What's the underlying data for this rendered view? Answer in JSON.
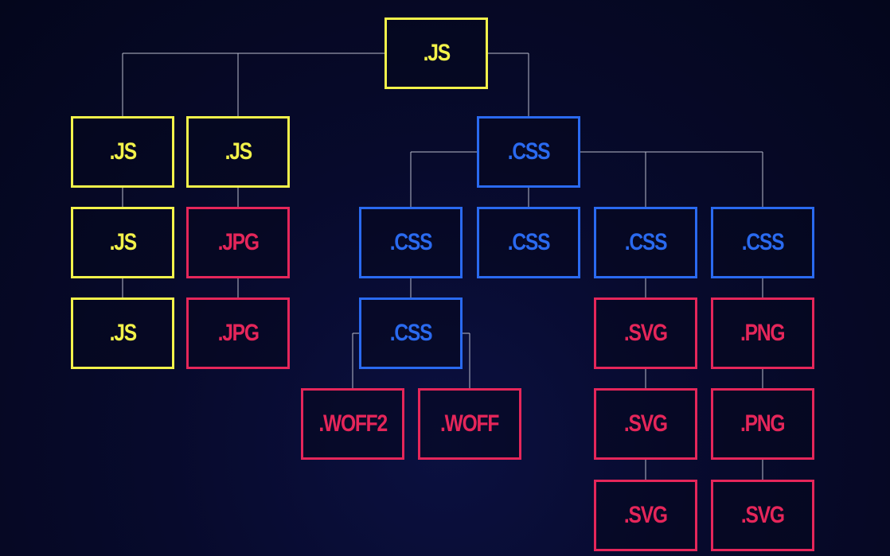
{
  "colors": {
    "js": "#f2f24a",
    "css": "#2a6af0",
    "asset": "#e5265a",
    "line": "#b9bccb"
  },
  "nodes": [
    {
      "id": "root",
      "label": ".JS",
      "kind": "js"
    },
    {
      "id": "js-a1",
      "label": ".JS",
      "kind": "js"
    },
    {
      "id": "js-a2",
      "label": ".JS",
      "kind": "js"
    },
    {
      "id": "js-a3",
      "label": ".JS",
      "kind": "js"
    },
    {
      "id": "js-b1",
      "label": ".JS",
      "kind": "js"
    },
    {
      "id": "jpg-b2",
      "label": ".JPG",
      "kind": "asset"
    },
    {
      "id": "jpg-b3",
      "label": ".JPG",
      "kind": "asset"
    },
    {
      "id": "css-main",
      "label": ".CSS",
      "kind": "css"
    },
    {
      "id": "css-c1",
      "label": ".CSS",
      "kind": "css"
    },
    {
      "id": "css-c2",
      "label": ".CSS",
      "kind": "css"
    },
    {
      "id": "woff2",
      "label": ".WOFF2",
      "kind": "asset"
    },
    {
      "id": "woff",
      "label": ".WOFF",
      "kind": "asset"
    },
    {
      "id": "css-d1",
      "label": ".CSS",
      "kind": "css"
    },
    {
      "id": "css-e1",
      "label": ".CSS",
      "kind": "css"
    },
    {
      "id": "svg-e2",
      "label": ".SVG",
      "kind": "asset"
    },
    {
      "id": "svg-e3",
      "label": ".SVG",
      "kind": "asset"
    },
    {
      "id": "svg-e4",
      "label": ".SVG",
      "kind": "asset"
    },
    {
      "id": "css-f1",
      "label": ".CSS",
      "kind": "css"
    },
    {
      "id": "png-f2",
      "label": ".PNG",
      "kind": "asset"
    },
    {
      "id": "png-f3",
      "label": ".PNG",
      "kind": "asset"
    },
    {
      "id": "svg-f4",
      "label": ".SVG",
      "kind": "asset"
    }
  ],
  "edges": [
    [
      "root",
      "js-a1"
    ],
    [
      "js-a1",
      "js-a2"
    ],
    [
      "js-a2",
      "js-a3"
    ],
    [
      "root",
      "js-b1"
    ],
    [
      "js-b1",
      "jpg-b2"
    ],
    [
      "jpg-b2",
      "jpg-b3"
    ],
    [
      "root",
      "css-main"
    ],
    [
      "css-main",
      "css-c1"
    ],
    [
      "css-c1",
      "css-c2"
    ],
    [
      "css-c2",
      "woff2"
    ],
    [
      "css-c2",
      "woff"
    ],
    [
      "css-main",
      "css-d1"
    ],
    [
      "css-main",
      "css-e1"
    ],
    [
      "css-e1",
      "svg-e2"
    ],
    [
      "svg-e2",
      "svg-e3"
    ],
    [
      "svg-e3",
      "svg-e4"
    ],
    [
      "css-main",
      "css-f1"
    ],
    [
      "css-f1",
      "png-f2"
    ],
    [
      "png-f2",
      "png-f3"
    ],
    [
      "png-f3",
      "svg-f4"
    ]
  ]
}
